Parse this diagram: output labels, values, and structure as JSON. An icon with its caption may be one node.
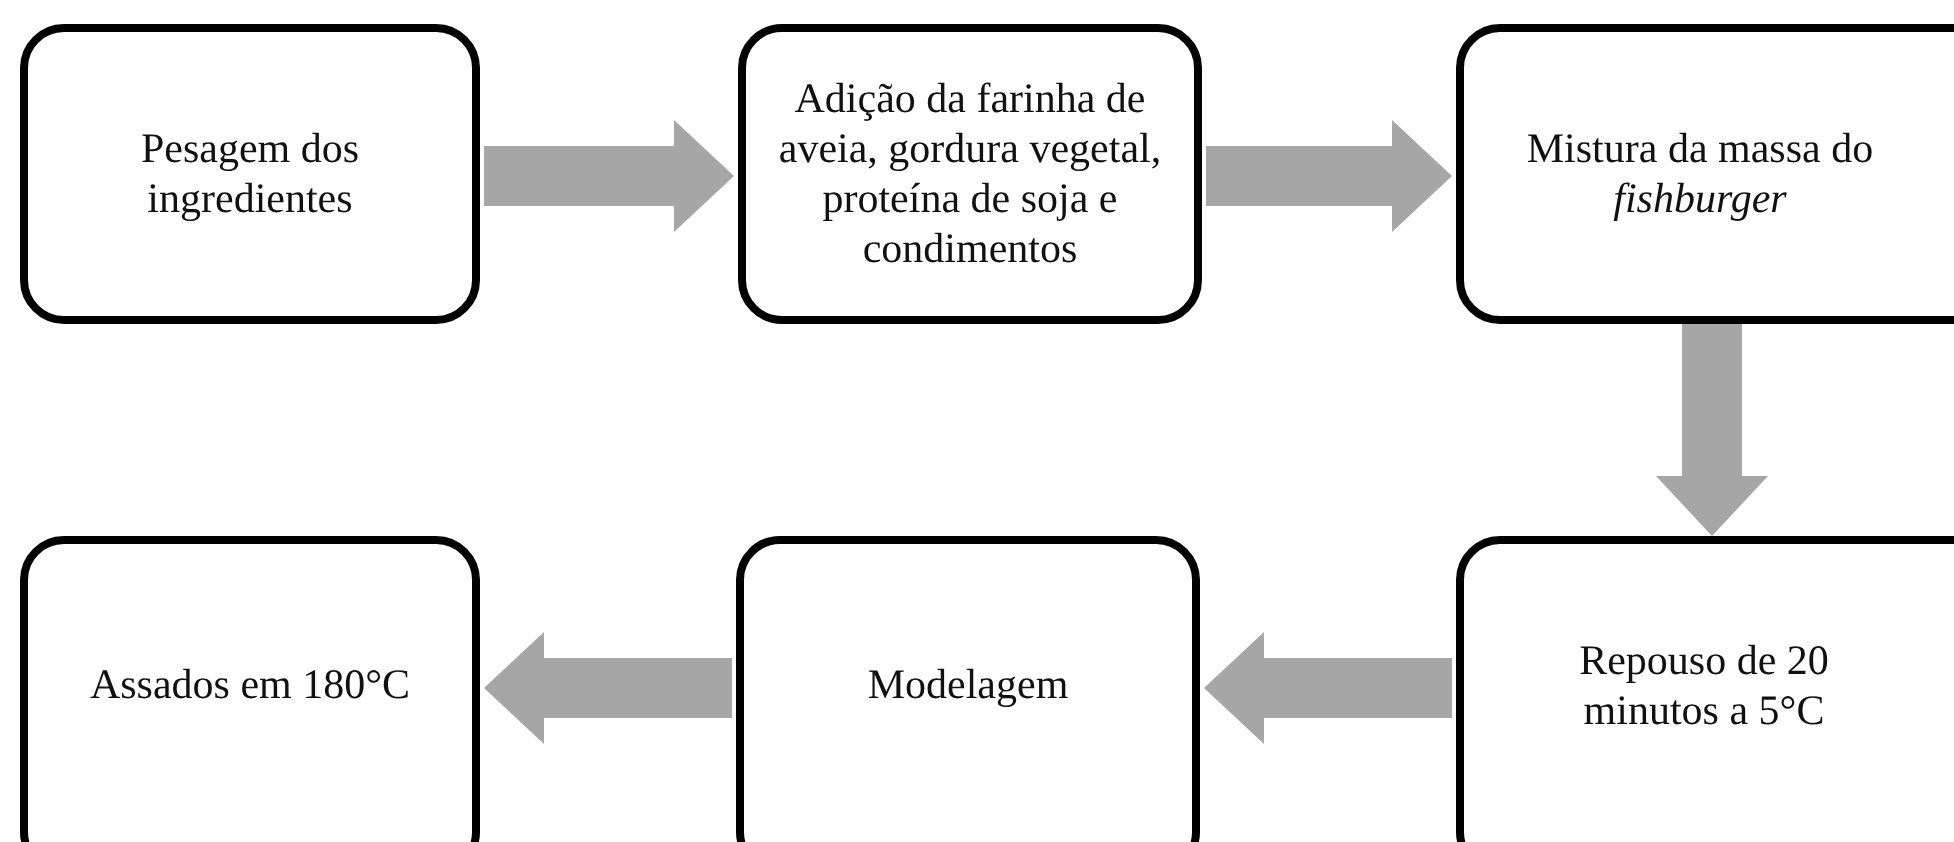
{
  "diagram": {
    "nodes": [
      {
        "text": [
          "Pesagem dos ingredientes"
        ]
      },
      {
        "text": [
          "Adição da farinha de aveia, gordura vegetal, proteína de soja e condimentos"
        ]
      },
      {
        "text": [
          "Mistura da massa do *fishburger*"
        ]
      },
      {
        "text": [
          "Repouso de 20 minutos a 5°C"
        ]
      },
      {
        "text": [
          "Modelagem"
        ]
      },
      {
        "text": [
          "Assados em 180°C"
        ]
      }
    ],
    "edges": [
      {
        "from": 0,
        "to": 1,
        "arrow": "to"
      },
      {
        "from": 1,
        "to": 2,
        "arrow": "to"
      },
      {
        "from": 2,
        "to": 3,
        "arrow": "to"
      },
      {
        "from": 3,
        "to": 4,
        "arrow": "to"
      },
      {
        "from": 4,
        "to": 5,
        "arrow": "to"
      }
    ]
  }
}
